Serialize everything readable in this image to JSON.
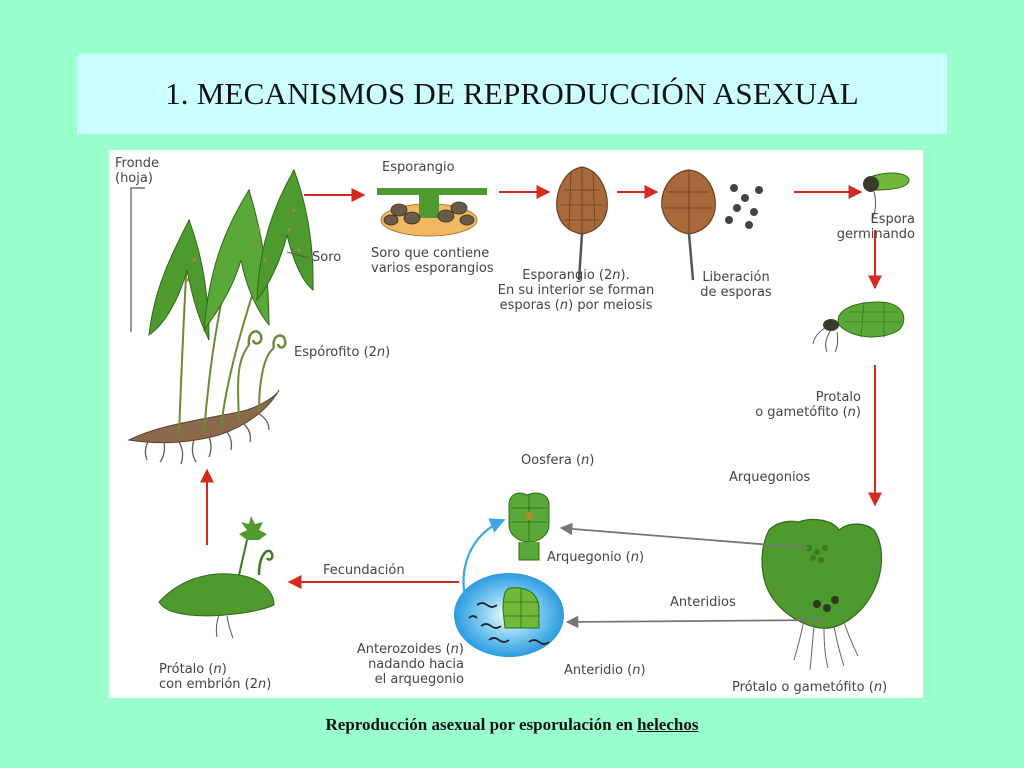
{
  "title": "1. MECANISMOS DE REPRODUCCIÓN ASEXUAL",
  "labels": {
    "fronde_1": "Fronde",
    "fronde_2": "(hoja)",
    "soro": "Soro",
    "esporofito_a": "Espórofito (2",
    "esporofito_n": "n",
    "esporofito_b": ")",
    "esporangio": "Esporangio",
    "soro_desc_1": "Soro que contiene",
    "soro_desc_2": "varios esporangios",
    "esporangio2n_1a": "Esporangio (2",
    "esporangio2n_1n": "n",
    "esporangio2n_1b": ").",
    "esporangio2n_2": "En su interior se forman",
    "esporangio2n_3a": "esporas (",
    "esporangio2n_3n": "n",
    "esporangio2n_3b": ") por meiosis",
    "liberacion_1": "Liberación",
    "liberacion_2": "de esporas",
    "espora_1": "Espora",
    "espora_2": "germinando",
    "protalo_1": "Protalo",
    "protalo_2a": "o gametófito (",
    "protalo_2n": "n",
    "protalo_2b": ")",
    "oosfera_a": "Oosfera (",
    "oosfera_n": "n",
    "oosfera_b": ")",
    "arquegonios": "Arquegonios",
    "arquegonio_a": "Arquegonio (",
    "arquegonio_n": "n",
    "arquegonio_b": ")",
    "fecundacion": "Fecundación",
    "anteridios": "Anteridios",
    "anterozoides_1a": "Anterozoides (",
    "anterozoides_1n": "n",
    "anterozoides_1b": ")",
    "anterozoides_2": "nadando hacia",
    "anterozoides_3": "el arquegonio",
    "anteridio_a": "Anteridio (",
    "anteridio_n": "n",
    "anteridio_b": ")",
    "protalo_embrion_1a": "Prótalo (",
    "protalo_embrion_1n": "n",
    "protalo_embrion_1b": ")",
    "protalo_embrion_2a": "con embrión (2",
    "protalo_embrion_2n": "n",
    "protalo_embrion_2b": ")",
    "protalo_gametofito_a": "Prótalo o gametófito (",
    "protalo_gametofito_n": "n",
    "protalo_gametofito_b": ")"
  },
  "caption": {
    "text": "Reproducción asexual por esporulación en ",
    "link": "helechos"
  },
  "colors": {
    "background": "#99ffcc",
    "title_box": "#ccffff",
    "arrow": "#d42a20",
    "plant_green": "#4e9a2e",
    "spore_brown": "#a86a3a",
    "water_blue": "#3aa8e6"
  }
}
